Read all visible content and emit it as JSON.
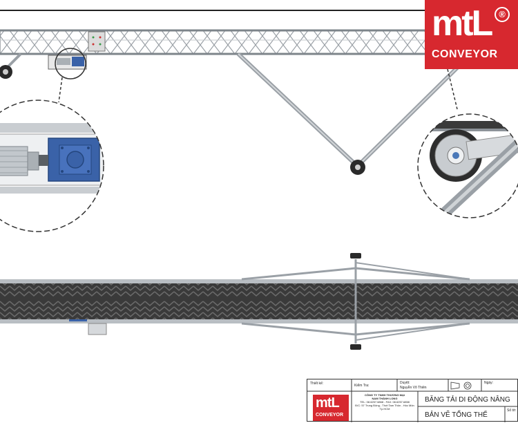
{
  "logo": {
    "brand_mark": "mtL",
    "brand_name": "CONVEYOR",
    "registered": "®",
    "color": "#d7282f"
  },
  "title_block": {
    "designer_label": "Thiết kế:",
    "checker_label": "Kiểm Tra:",
    "approver_label": "Duyệt:",
    "approver_name": "Nguyễn Võ Thiên",
    "date_label": "Ngày:",
    "company_name_1": "CÔNG TY TNHH THƯƠNG MẠI",
    "company_name_2": "NAM THÀNH LONG",
    "company_contact_1": "TEL: 08.6257.6868 - FAX: 08.6257.6858",
    "company_contact_2": "Đ/C: 57 Trung Đông - Thới Tam Thôn - Hóc Môn",
    "company_contact_3": "Tp.HCM",
    "drawing_title": "BĂNG TẢI DI ĐỘNG NÂNG",
    "drawing_subtitle": "BẢN VẼ TỔNG THỂ",
    "sheet_label": "Số tờ:",
    "small_logo_mark": "mtL",
    "small_logo_name": "CONVEYOR"
  },
  "palette": {
    "frame_gray": "#a9aeb4",
    "belt_dark": "#3d3d3d",
    "motor_blue": "#3a62a8",
    "wheel_dark": "#2a2a2a"
  }
}
